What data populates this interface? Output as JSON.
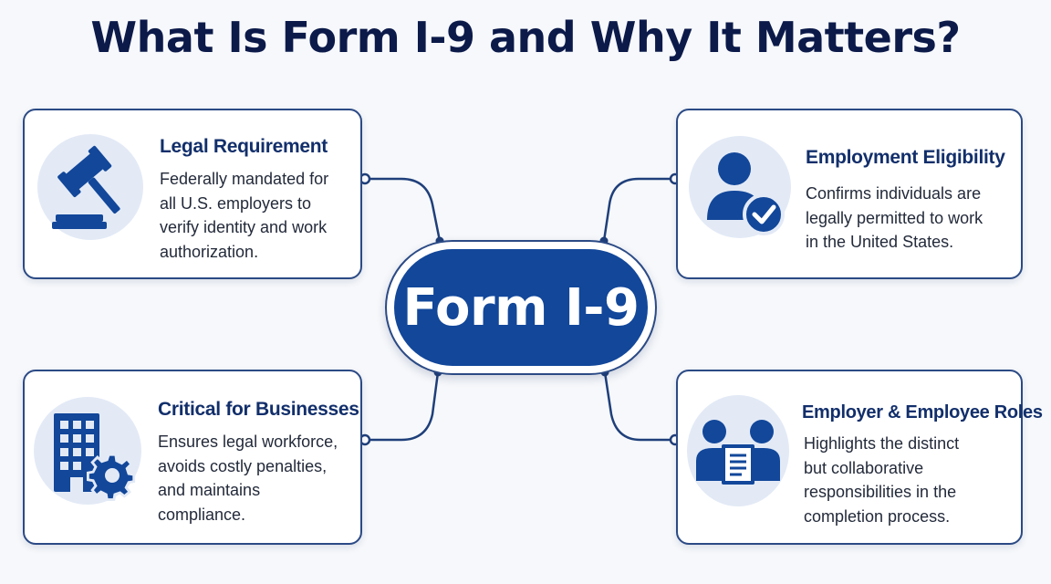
{
  "title": "What Is Form I-9 and Why It Matters?",
  "center": {
    "label": "Form I-9"
  },
  "colors": {
    "primary": "#12479a",
    "navy_text": "#0c1a4a",
    "card_border": "#2b4a85",
    "icon_bg": "#e3eaf6"
  },
  "cards": [
    {
      "title": "Legal Requirement",
      "icon": "gavel-icon",
      "lines": [
        "Federally mandated for",
        "all U.S. employers to",
        "verify identity and work",
        "authorization."
      ]
    },
    {
      "title": "Employment Eligibility",
      "icon": "user-check-icon",
      "lines": [
        "Confirms individuals are",
        "legally permitted to work",
        "in the United States."
      ]
    },
    {
      "title": "Critical for Businesses",
      "icon": "building-gear-icon",
      "lines": [
        "Ensures legal workforce,",
        "avoids costly penalties,",
        "and maintains",
        "compliance."
      ]
    },
    {
      "title": "Employer & Employee Roles",
      "icon": "people-document-icon",
      "lines": [
        "Highlights the distinct",
        "but collaborative",
        "responsibilities in the",
        "completion process."
      ]
    }
  ]
}
